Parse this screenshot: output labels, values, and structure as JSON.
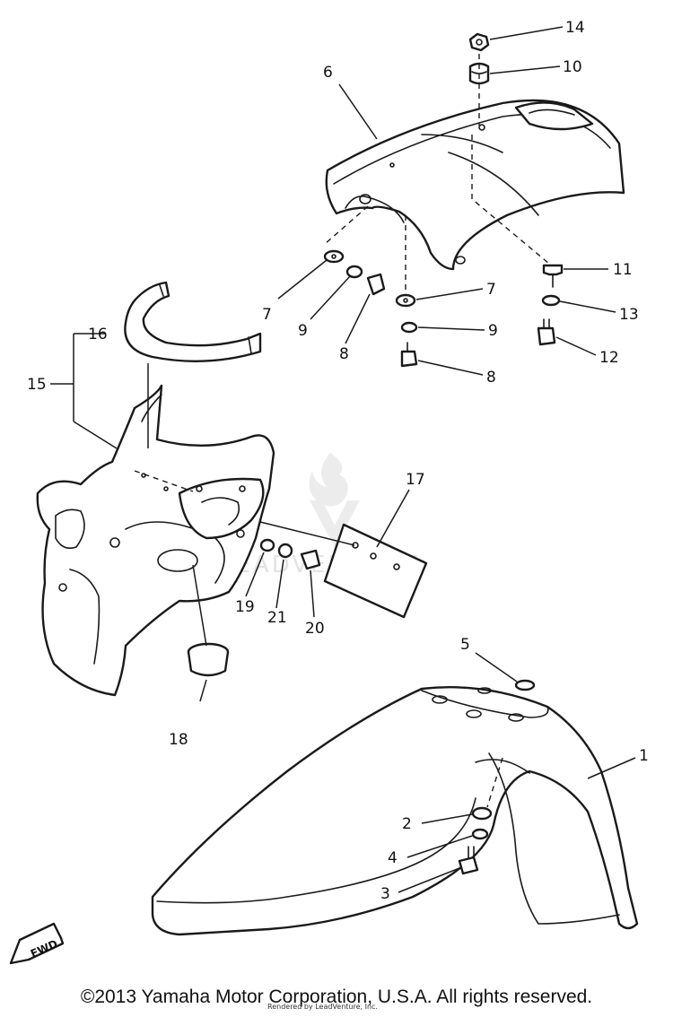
{
  "diagram": {
    "callouts": [
      "1",
      "2",
      "3",
      "4",
      "5",
      "6",
      "7",
      "7",
      "8",
      "8",
      "9",
      "9",
      "10",
      "11",
      "12",
      "13",
      "14",
      "15",
      "16",
      "17",
      "18",
      "19",
      "20",
      "21"
    ],
    "direction_badge": "FWD",
    "watermark": {
      "brand": "LEADVENTURE"
    },
    "copyright": "©2013 Yamaha Motor Corporation, U.S.A. All rights reserved.",
    "render_credit": "Rendered by LeadVenture, Inc."
  },
  "colors": {
    "ink": "#1a1a1a",
    "paper": "#ffffff",
    "watermark": "#e3e3e3"
  }
}
